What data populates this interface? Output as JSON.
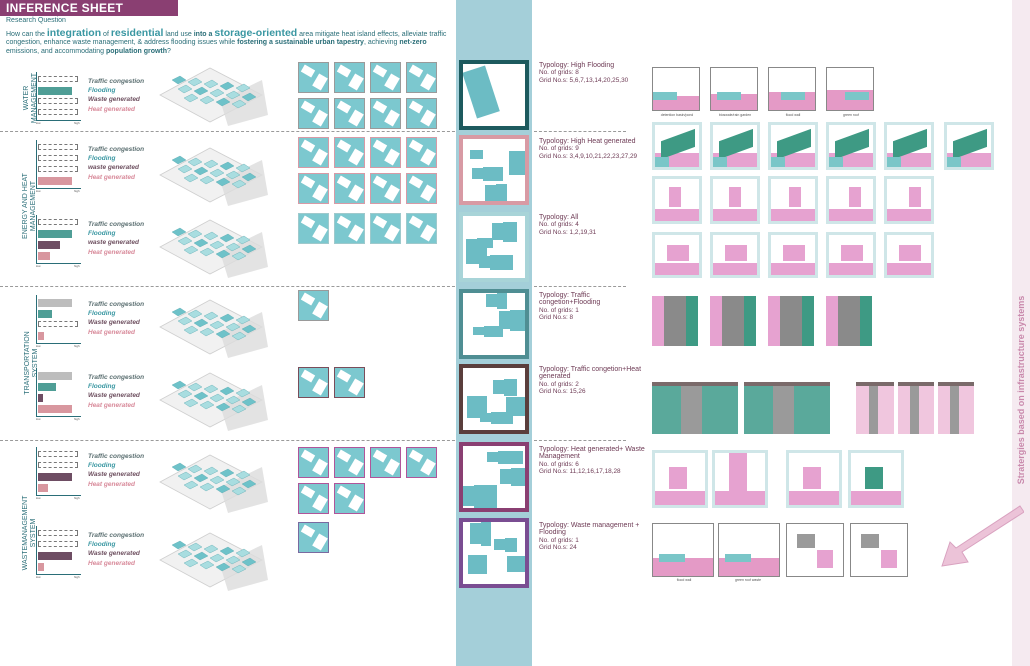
{
  "header": {
    "title": "INFERENCE SHEET",
    "rq_label": "Research Question",
    "rq_part1": "How can the ",
    "rq_integration": "integration",
    "rq_part2": " of ",
    "rq_residential": "residential",
    "rq_part3": " land use ",
    "rq_into": "into a ",
    "rq_storage": "storage-oriented",
    "rq_part4": " area mitigate heat island effects, alleviate traffic congestion, enhance waste management, & address flooding issues while ",
    "rq_fostering": "fostering a sustainable urban tapestry",
    "rq_part5": ", achieving ",
    "rq_netzero": "net-zero",
    "rq_part6": " emissions, and accommodating ",
    "rq_population": "population growth",
    "rq_part7": "?"
  },
  "sections": [
    {
      "label_line1": "WATER",
      "label_line2": "MANAGEMENT"
    },
    {
      "label_line1": "ENERGY AND HEAT",
      "label_line2": "MANAGEMENT"
    },
    {
      "label_line1": "TRANSPORTATION",
      "label_line2": "SYSTEM"
    },
    {
      "label_line1": "WASTEMANAGEMENT",
      "label_line2": "SYSTEM"
    }
  ],
  "legend_sets": [
    {
      "traffic": "Traffic congestion",
      "flooding": "Flooding",
      "waste": "Waste generated",
      "heat": "Heat generated",
      "low": "low",
      "high": "high",
      "levels": {
        "traffic": 0.05,
        "flooding": 0.85,
        "waste": 0.05,
        "heat": 0.05
      }
    },
    {
      "traffic": "Traffic congestion",
      "flooding": "Flooding",
      "waste": "waste generated",
      "heat": "Heat generated",
      "low": "low",
      "high": "high",
      "levels": {
        "traffic": 0.05,
        "flooding": 0.05,
        "waste": 0.05,
        "heat": 0.85
      }
    },
    {
      "traffic": "Traffic congestion",
      "flooding": "Flooding",
      "waste": "waste generated",
      "heat": "Heat generated",
      "low": "low",
      "high": "high",
      "levels": {
        "traffic": 0.05,
        "flooding": 0.85,
        "waste": 0.55,
        "heat": 0.3
      }
    },
    {
      "traffic": "Traffic congestion",
      "flooding": "Flooding",
      "waste": "Waste generated",
      "heat": "Heat generated",
      "low": "low",
      "high": "high",
      "levels": {
        "traffic": 0.85,
        "flooding": 0.35,
        "waste": 0.05,
        "heat": 0.15
      }
    },
    {
      "traffic": "Traffic congestion",
      "flooding": "Flooding",
      "waste": "Waste generated",
      "heat": "Heat generated",
      "low": "low",
      "high": "high",
      "levels": {
        "traffic": 0.85,
        "flooding": 0.45,
        "waste": 0.12,
        "heat": 0.85
      }
    },
    {
      "traffic": "Traffic congestion",
      "flooding": "Flooding",
      "waste": "Waste generated",
      "heat": "Heat generated",
      "low": "low",
      "high": "high",
      "levels": {
        "traffic": 0.05,
        "flooding": 0.05,
        "waste": 0.85,
        "heat": 0.25
      }
    },
    {
      "traffic": "Traffic congestion",
      "flooding": "Flooding",
      "waste": "Waste generated",
      "heat": "Heat generated",
      "low": "low",
      "high": "high",
      "levels": {
        "traffic": 0.05,
        "flooding": 0.05,
        "waste": 0.85,
        "heat": 0.15
      }
    }
  ],
  "typologies": [
    {
      "line1": "Typology: High Flooding",
      "line2": "No. of grids: 8",
      "line3": "Grid No.s: 5,6,7,13,14,20,25,30"
    },
    {
      "line1": "Typology: High Heat generated",
      "line2": "No. of grids: 9",
      "line3": "Grid No.s: 3,4,9,10,21,22,23,27,29"
    },
    {
      "line1": "Typology: All",
      "line2": "No. of grids: 4",
      "line3": "Grid No.s: 1,2,19,31"
    },
    {
      "line1": "Typology: Traffic congetion+Flooding",
      "line2": "No. of grids: 1",
      "line3": "Grid No.s: 8"
    },
    {
      "line1": "Typology: Traffic congetion+Heat generated",
      "line2": "No. of grids: 2",
      "line3": "Grid No.s: 15,26"
    },
    {
      "line1": "Typology: Heat generated+ Waste Management",
      "line2": "No. of grids: 6",
      "line3": "Grid No.s: 11,12,16,17,18,28"
    },
    {
      "line1": "Typology: Waste management + Flooding",
      "line2": "No. of grids: 1",
      "line3": "Grid No.s: 24"
    }
  ],
  "captions": {
    "water1": "detention basin/pond",
    "water2": "bioswale/rain garden",
    "water3": "flood wall",
    "water4": "green roof",
    "waste1": "flood wall",
    "waste2": "green roof waste"
  },
  "sidebar": {
    "text": "Stratergies based on infrastructure systems"
  },
  "colors": {
    "teal": "#3a97a2",
    "plum": "#8a3f72",
    "pink": "#e6a2d0",
    "blue_strip": "#a4cfd9"
  }
}
